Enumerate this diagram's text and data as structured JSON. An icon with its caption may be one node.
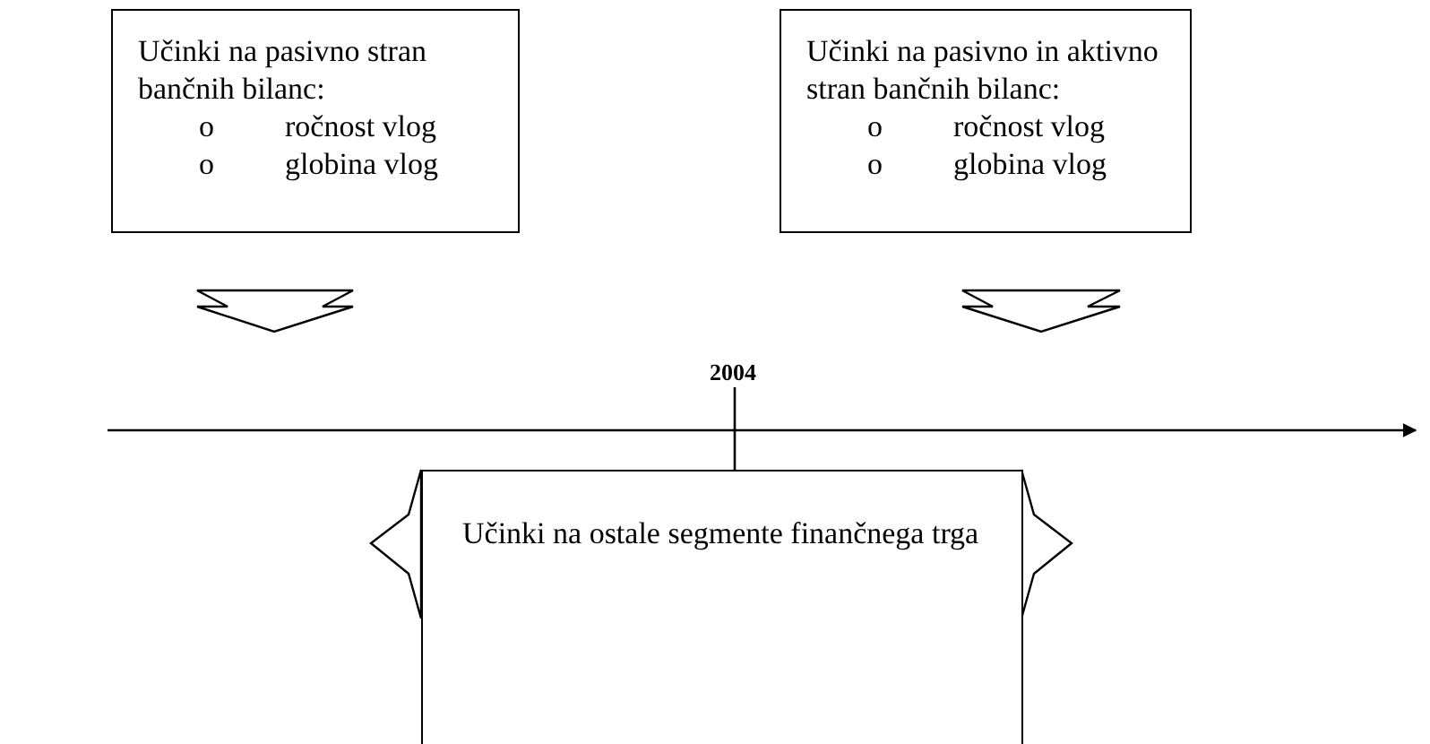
{
  "diagram": {
    "nodes": [
      {
        "text": [
          "Učinki na pasivno stran bančnih bilanc:",
          "o",
          "ročnost vlog",
          "o",
          "globina vlog"
        ]
      },
      {
        "text": [
          "Učinki na pasivno in aktivno stran bančnih bilanc:",
          "o",
          "ročnost vlog",
          "o",
          "globina vlog"
        ]
      },
      {
        "text": [
          "Učinki na ostale segmente finančnega trga"
        ]
      }
    ],
    "edges": [
      {
        "from": 2,
        "to": null,
        "arrow": "to"
      },
      {
        "from": 2,
        "to": null,
        "arrow": "to"
      }
    ],
    "labels": [
      "2004"
    ]
  }
}
